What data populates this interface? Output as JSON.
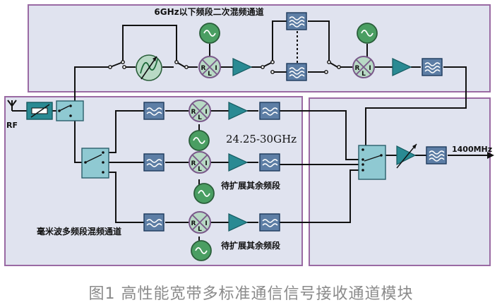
{
  "top_panel": {
    "title": "6GHz以下频段二次混频通道"
  },
  "mmwave_panel": {
    "title": "毫米波多频段混频通道",
    "band_label": "24.25-30GHz",
    "reserve_label_1": "待扩展其余频段",
    "reserve_label_2": "待扩展其余频段"
  },
  "input": {
    "rf_label": "RF"
  },
  "output": {
    "if_label": "1400MHz"
  },
  "mixer_ports": {
    "r": "R",
    "l": "L",
    "i": "I"
  },
  "caption": "图1 高性能宽带多标准通信信号接收通道模块",
  "colors": {
    "panel_fill": "#e0e3ef",
    "panel_border": "#9a6aa3",
    "filter_fill": "#5d7ea5",
    "switch_fill": "#8fc9d2",
    "amp_fill": "#2a8a93",
    "lo_fill": "#4a9e62",
    "mixer_fill": "#b8d9c5",
    "caption_color": "#8a8a8a"
  },
  "icons": [
    "antenna-icon",
    "filter-icon",
    "mixer-icon",
    "amplifier-icon",
    "oscillator-icon",
    "switch-icon",
    "attenuator-icon",
    "tunable-filter-icon",
    "variable-gain-amplifier-icon"
  ]
}
